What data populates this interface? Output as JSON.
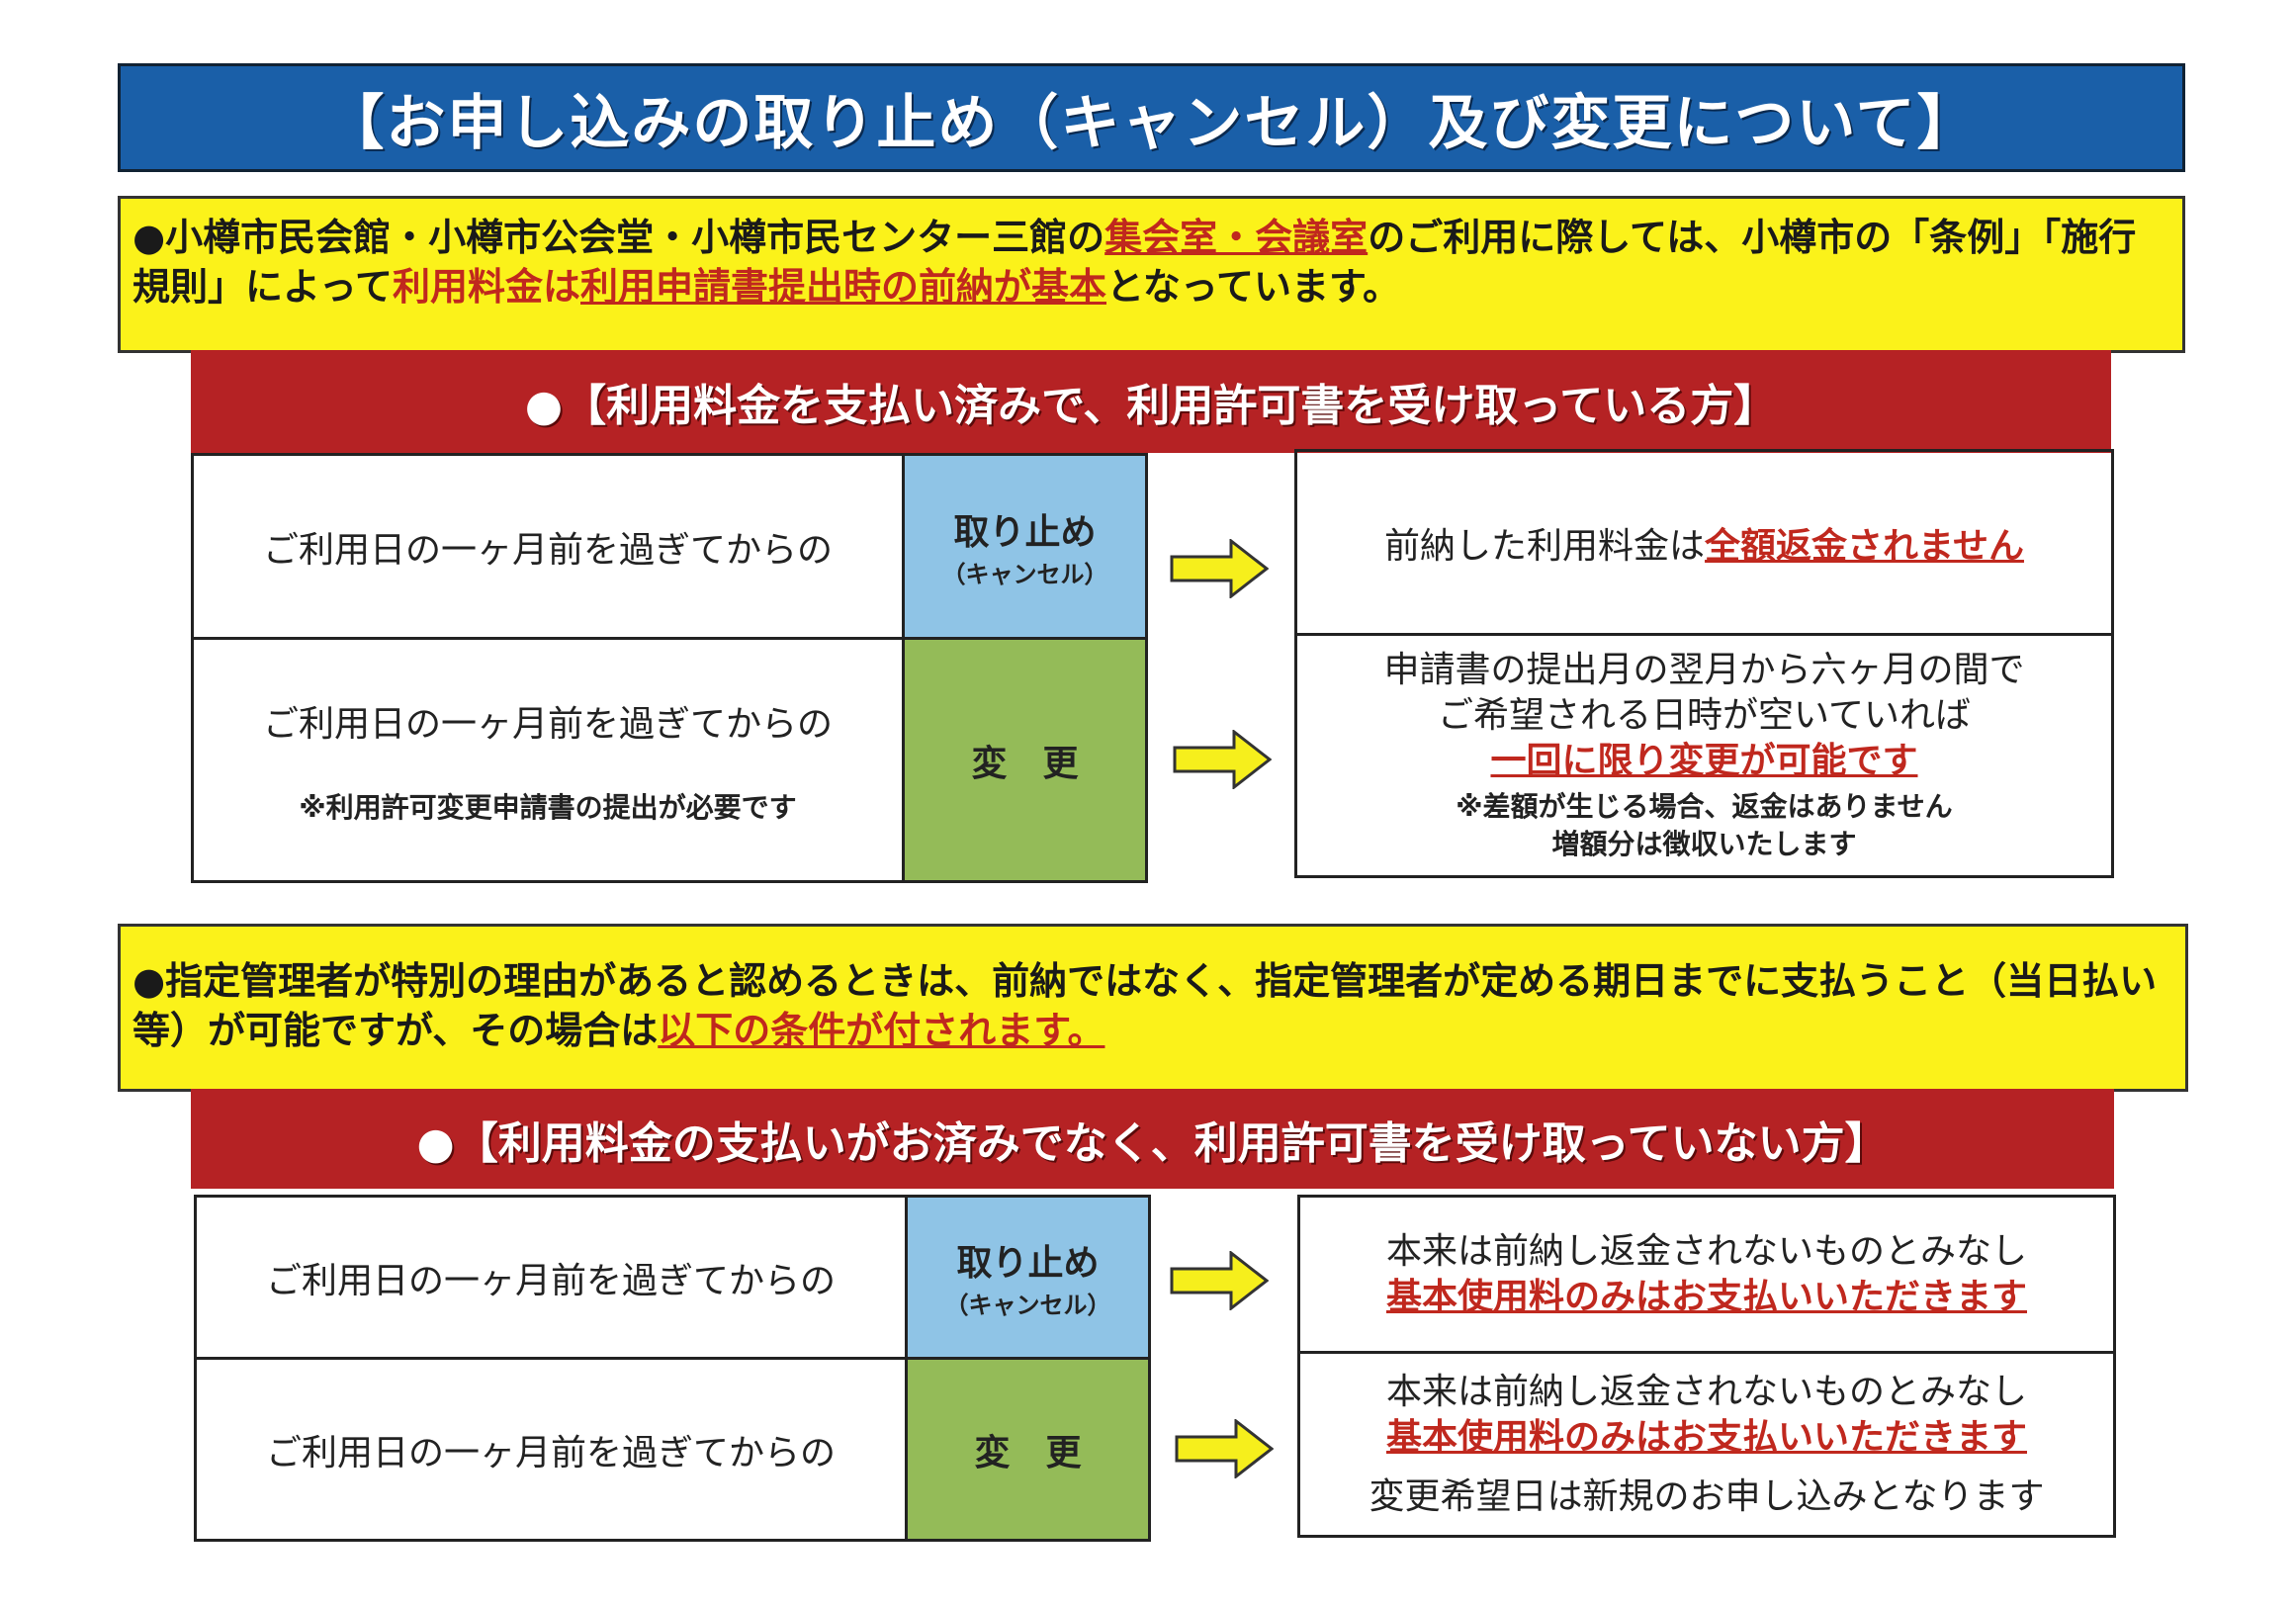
{
  "title": "【お申し込みの取り止め（キャンセル）及び変更について】",
  "notice1": {
    "part1": "●小樽市民会館・小樽市公会堂・小樽市民センター三館の",
    "highlight1": "集会室・会議室",
    "part2": "のご利用に際しては、小樽市の「条例」「施行規則」によって",
    "highlight2": "利用料金は",
    "highlight3": "利用申請書提出時の前納が基本",
    "part3": "となっています。"
  },
  "section1": {
    "header": "●【利用料金を支払い済みで、利用許可書を受け取っている方】",
    "rows": [
      {
        "condition": "ご利用日の一ヶ月前を過ぎてからの",
        "action": "取り止め",
        "action_sub": "（キャンセル）",
        "result_text": "前納した利用料金は",
        "result_highlight": "全額返金されません"
      },
      {
        "condition": "ご利用日の一ヶ月前を過ぎてからの",
        "condition_note": "※利用許可変更申請書の提出が必要です",
        "action": "変　更",
        "result_line1": "申請書の提出月の翌月から六ヶ月の間で",
        "result_line2": "ご希望される日時が空いていれば",
        "result_highlight": "一回に限り変更が可能です",
        "result_note1": "※差額が生じる場合、返金はありません",
        "result_note2": "増額分は徴収いたします"
      }
    ]
  },
  "notice2": {
    "part1": "●指定管理者が特別の理由があると認めるときは、前納ではなく、指定管理者が定める期日までに支払うこと（当日払い等）が可能ですが、その場合は",
    "highlight": "以下の条件が付されます。"
  },
  "section2": {
    "header": "●【利用料金の支払いがお済みでなく、利用許可書を受け取っていない方】",
    "rows": [
      {
        "condition": "ご利用日の一ヶ月前を過ぎてからの",
        "action": "取り止め",
        "action_sub": "（キャンセル）",
        "result_line1": "本来は前納し返金されないものとみなし",
        "result_highlight": "基本使用料のみはお支払いいただきます"
      },
      {
        "condition": "ご利用日の一ヶ月前を過ぎてからの",
        "action": "変　更",
        "result_line1": "本来は前納し返金されないものとみなし",
        "result_highlight": "基本使用料のみはお支払いいただきます",
        "result_line2": "変更希望日は新規のお申し込みとなります"
      }
    ]
  },
  "colors": {
    "title_bg": "#1a5fa8",
    "notice_bg": "#fbf21a",
    "header_bg": "#b52224",
    "cancel_bg": "#8fc4e6",
    "change_bg": "#94bb58",
    "highlight": "#c0281e"
  }
}
